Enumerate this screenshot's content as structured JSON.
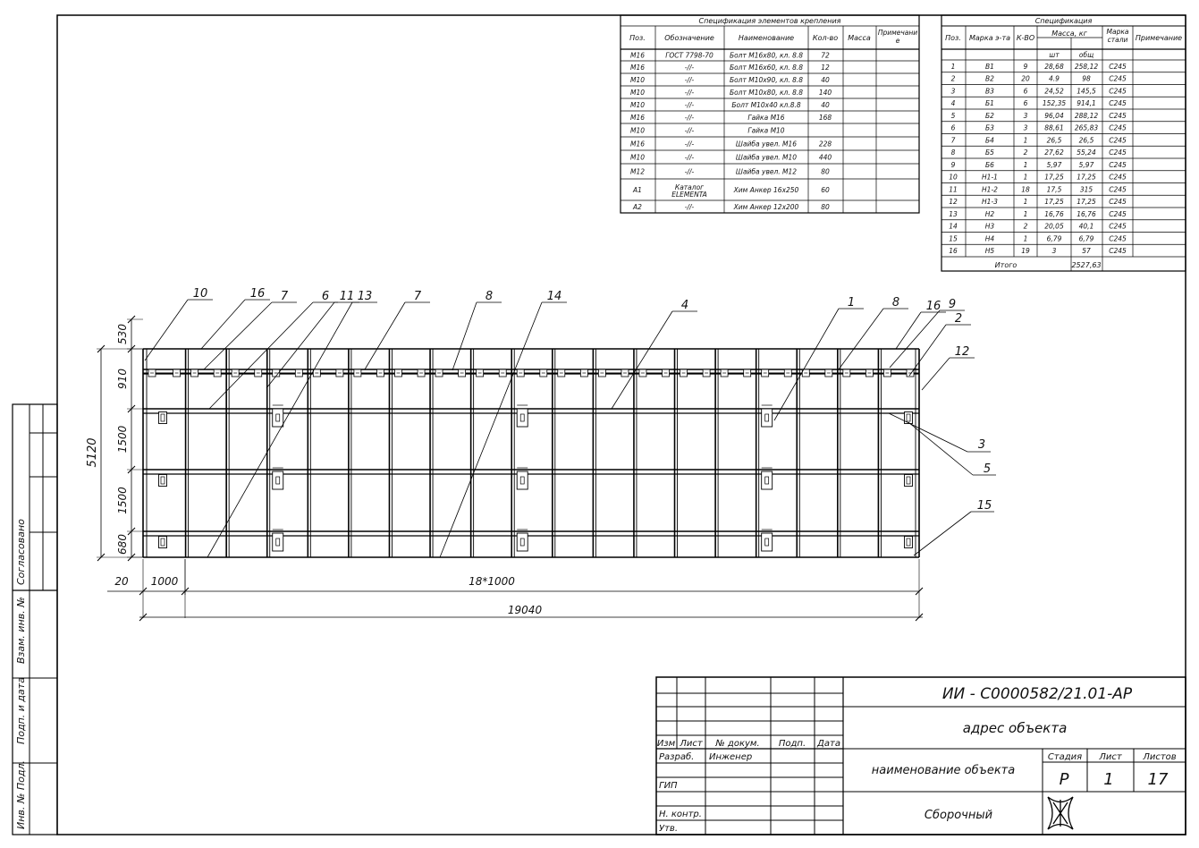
{
  "fasteners": {
    "title": "Спецификация элементов крепления",
    "headers": [
      "Поз.",
      "Обозначение",
      "Наименование",
      "Кол-во",
      "Масса",
      "Примечание"
    ],
    "rows": [
      [
        "М16",
        "ГОСТ 7798-70",
        "Болт М16х80, кл. 8.8",
        "72",
        "",
        ""
      ],
      [
        "М16",
        "-//-",
        "Болт М16х60, кл. 8.8",
        "12",
        "",
        ""
      ],
      [
        "М10",
        "-//-",
        "Болт М10х90, кл. 8.8",
        "40",
        "",
        ""
      ],
      [
        "М10",
        "-//-",
        "Болт М10х80, кл. 8.8",
        "140",
        "",
        ""
      ],
      [
        "М10",
        "-//-",
        "Болт М10х40 кл.8.8",
        "40",
        "",
        ""
      ],
      [
        "М16",
        "-//-",
        "Гайка М16",
        "168",
        "",
        ""
      ],
      [
        "М10",
        "-//-",
        "Гайка М10",
        "",
        "",
        ""
      ],
      [
        "М16",
        "-//-",
        "Шайба увел. М16",
        "228",
        "",
        ""
      ],
      [
        "М10",
        "-//-",
        "Шайба увел. М10",
        "440",
        "",
        ""
      ],
      [
        "М12",
        "-//-",
        "Шайба увел. М12",
        "80",
        "",
        ""
      ],
      [
        "А1",
        "Каталог ELEMENTA",
        "Хим Анкер 16х250",
        "60",
        "",
        ""
      ],
      [
        "А2",
        "-//-",
        "Хим Анкер 12х200",
        "80",
        "",
        ""
      ]
    ]
  },
  "spec": {
    "title": "Спецификация",
    "headers": [
      "Поз.",
      "Марка э-та",
      "К-ВО",
      "Масса, кг",
      "Марка стали",
      "Примечание"
    ],
    "subheaders": [
      "шт",
      "общ"
    ],
    "rows": [
      [
        "1",
        "В1",
        "9",
        "28,68",
        "258,12",
        "С245"
      ],
      [
        "2",
        "В2",
        "20",
        "4.9",
        "98",
        "С245"
      ],
      [
        "3",
        "В3",
        "6",
        "24,52",
        "145,5",
        "С245"
      ],
      [
        "4",
        "Б1",
        "6",
        "152,35",
        "914,1",
        "С245"
      ],
      [
        "5",
        "Б2",
        "3",
        "96,04",
        "288,12",
        "С245"
      ],
      [
        "6",
        "Б3",
        "3",
        "88,61",
        "265,83",
        "С245"
      ],
      [
        "7",
        "Б4",
        "1",
        "26,5",
        "26,5",
        "С245"
      ],
      [
        "8",
        "Б5",
        "2",
        "27,62",
        "55,24",
        "С245"
      ],
      [
        "9",
        "Б6",
        "1",
        "5,97",
        "5,97",
        "С245"
      ],
      [
        "10",
        "Н1-1",
        "1",
        "17,25",
        "17,25",
        "С245"
      ],
      [
        "11",
        "Н1-2",
        "18",
        "17,5",
        "315",
        "С245"
      ],
      [
        "12",
        "Н1-3",
        "1",
        "17,25",
        "17,25",
        "С245"
      ],
      [
        "13",
        "Н2",
        "1",
        "16,76",
        "16,76",
        "С245"
      ],
      [
        "14",
        "Н3",
        "2",
        "20,05",
        "40,1",
        "С245"
      ],
      [
        "15",
        "Н4",
        "1",
        "6,79",
        "6,79",
        "С245"
      ],
      [
        "16",
        "Н5",
        "19",
        "3",
        "57",
        "С245"
      ]
    ],
    "total_label": "Итого",
    "total_value": "2527,63"
  },
  "plan": {
    "top_callouts": [
      "10",
      "16",
      "7",
      "6",
      "11",
      "13",
      "7",
      "8",
      "14",
      "4",
      "1",
      "8",
      "16",
      "9",
      "2"
    ],
    "side_callouts": [
      "12",
      "3",
      "5",
      "15"
    ],
    "dims_vertical": [
      "530",
      "910",
      "1500",
      "1500",
      "680"
    ],
    "dim_total_height": "5120",
    "dim_bottom_left": "20",
    "dim_first_bay": "1000",
    "dim_bays": "18*1000",
    "dim_total_length": "19040"
  },
  "side_stamp": {
    "agreed": "Согласовано",
    "replaced": "Взам. инв. №",
    "signature_date": "Подп. и дата",
    "inventory": "Инв. № Подл."
  },
  "title_block": {
    "doc_code": "ИИ - С0000582/21.01-АР",
    "address": "адрес объекта",
    "object_name": "наименование объекта",
    "sheet_title": "Сборочный",
    "col_headers": [
      "Изм",
      "Лист",
      "№ докум.",
      "Подп.",
      "Дата"
    ],
    "roles": [
      "Разраб.",
      "",
      "ГИП",
      "",
      "Н. контр.",
      "Утв."
    ],
    "developer_name": "Инженер",
    "stage_label": "Стадия",
    "sheet_label": "Лист",
    "sheets_label": "Листов",
    "stage_value": "Р",
    "sheet_value": "1",
    "sheets_value": "17"
  }
}
